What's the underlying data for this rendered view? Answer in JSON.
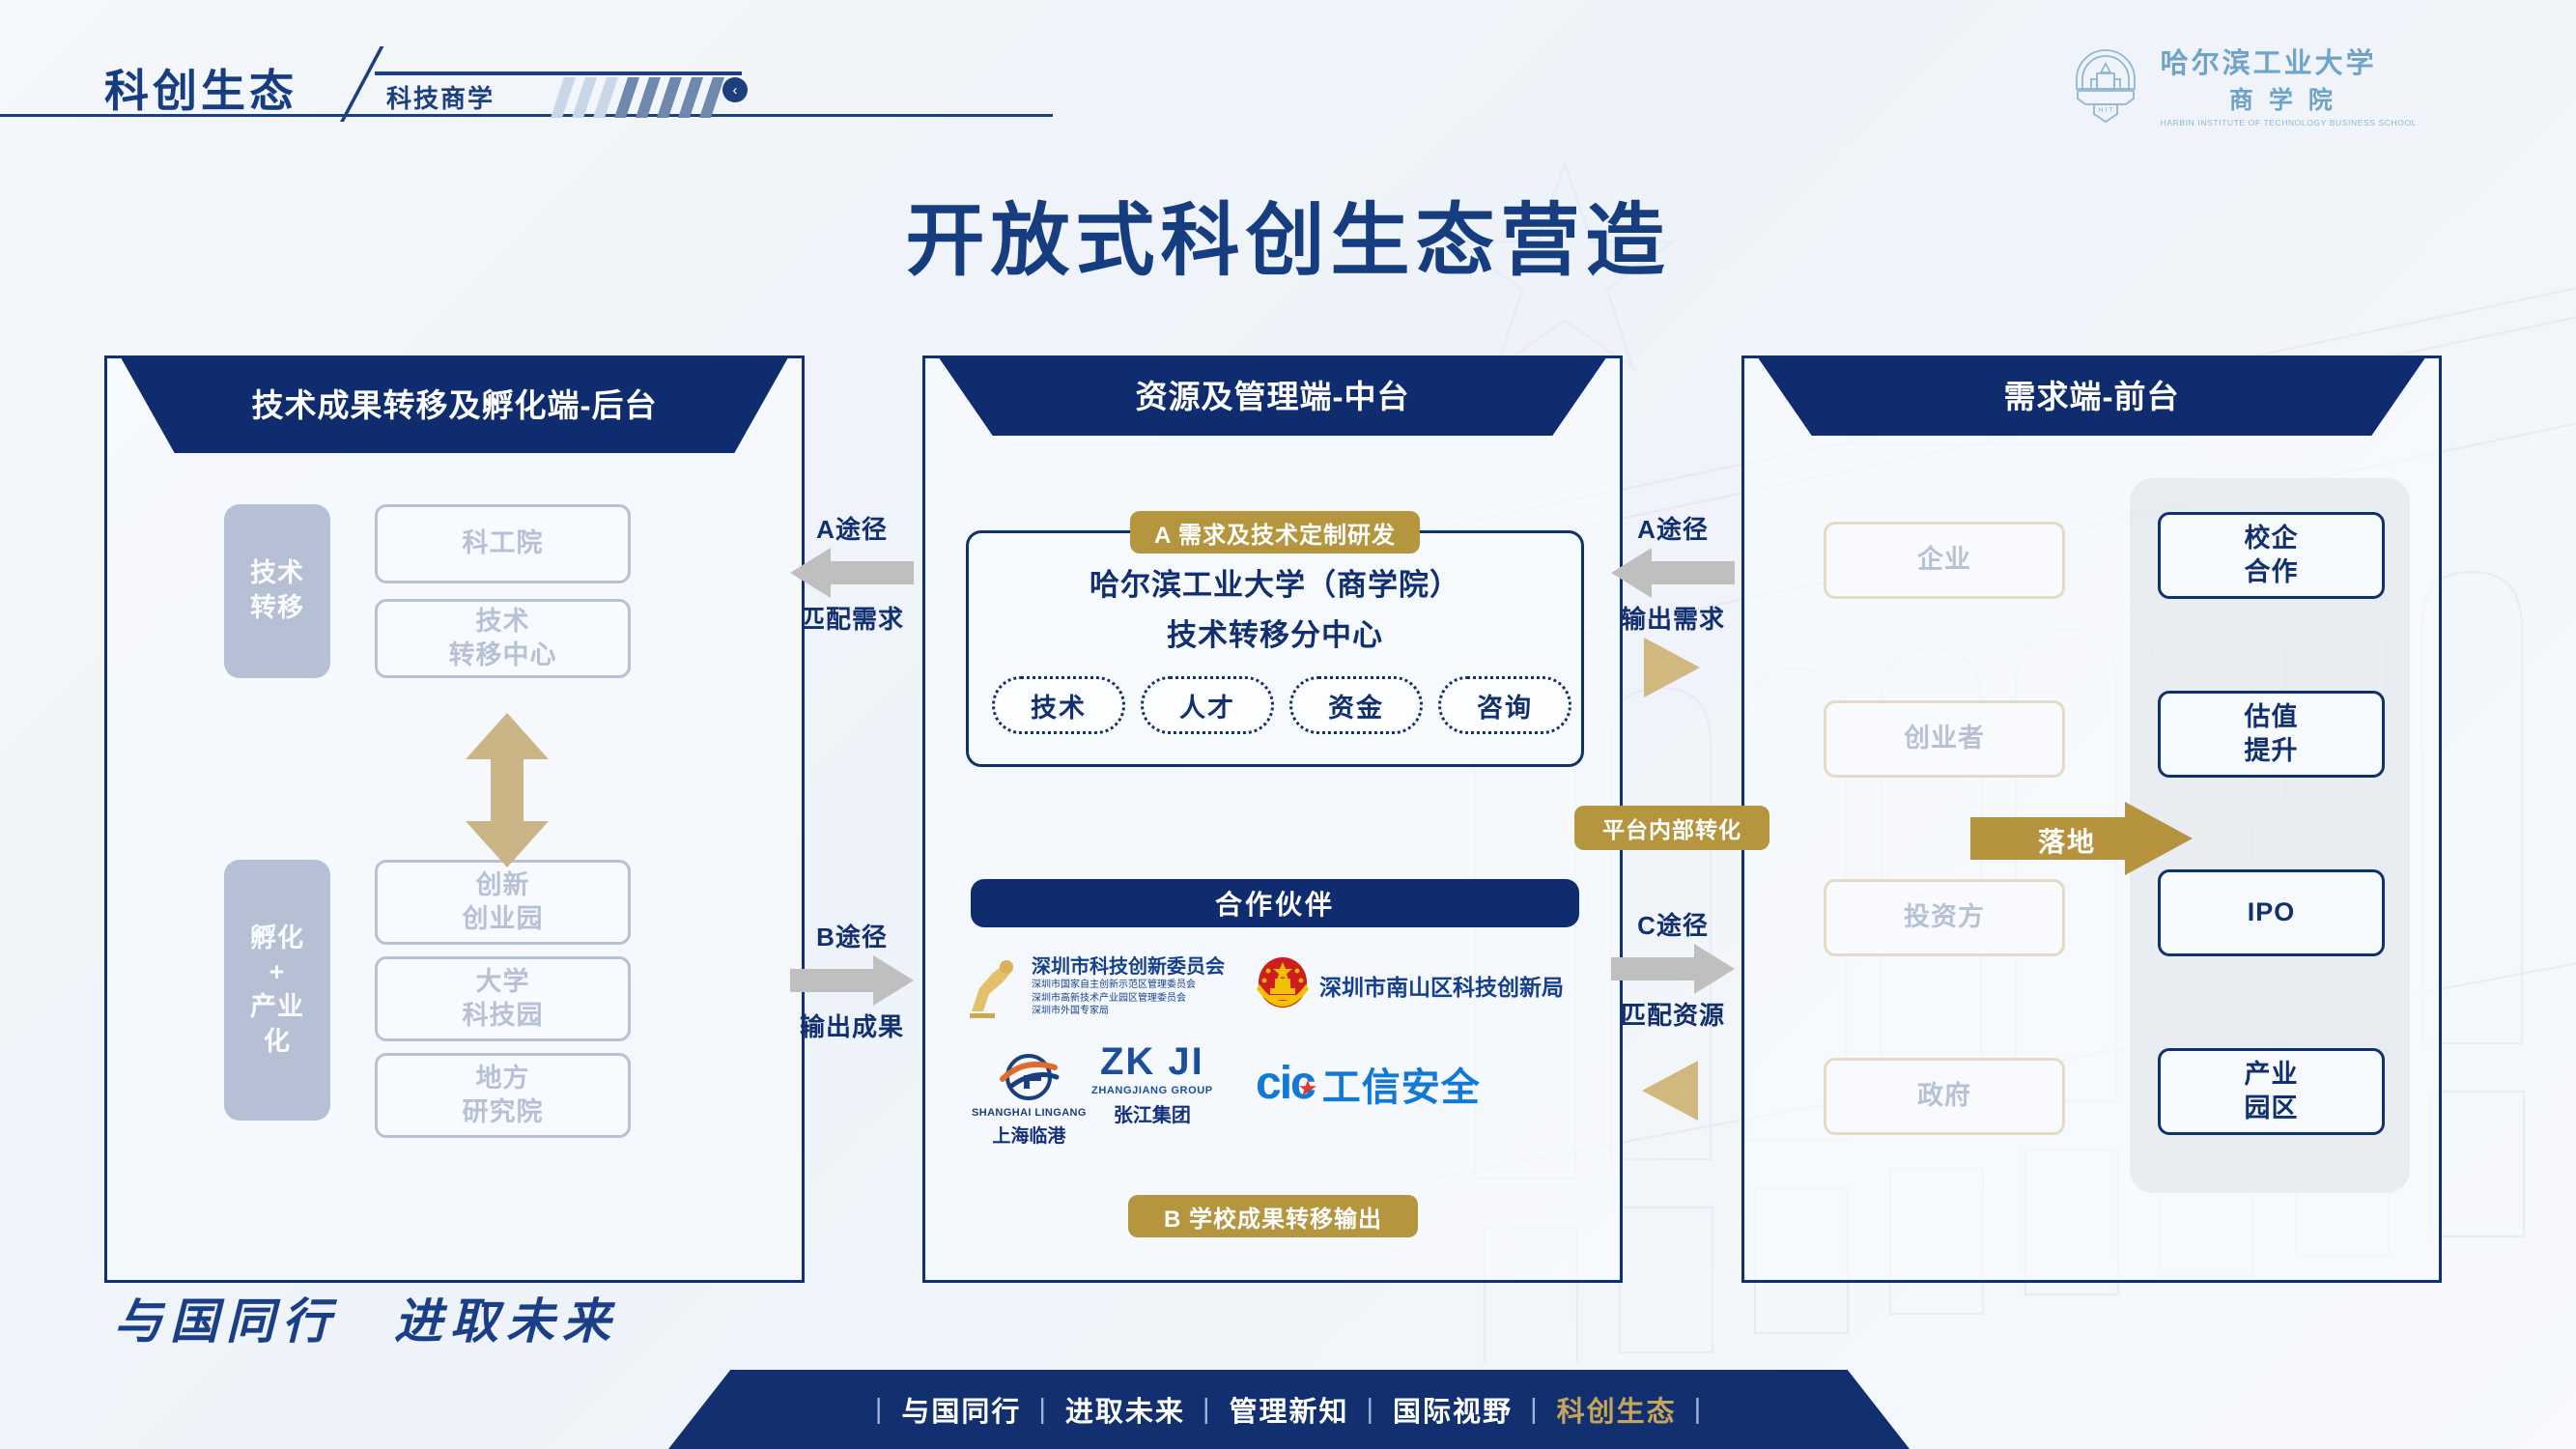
{
  "header": {
    "title": "科创生态",
    "subtitle": "科技商学",
    "chevron_icon": "chevron-left-icon"
  },
  "logo": {
    "mark_icon": "hit-gear-emblem-icon",
    "cn_line1": "哈尔滨工业大学",
    "cn_line2": "商学院",
    "en_line": "HARBIN INSTITUTE OF TECHNOLOGY BUSINESS SCHOOL"
  },
  "main_title": "开放式科创生态营造",
  "colors": {
    "navy": "#0e2c6e",
    "navy_border": "#12306f",
    "gold": "#b5963f",
    "gold_border": "#b08d2f",
    "gold_arrow": "#cbb485",
    "gray_arrow": "#bfbfbf",
    "page_bg": "#f4f7fb"
  },
  "panels": {
    "left": {
      "header": "技术成果转移及孵化端-后台",
      "groups": [
        {
          "tab": "技术\n转移",
          "items": [
            "科工院",
            "技术\n转移中心"
          ]
        },
        {
          "tab": "孵化\n+\n产业\n化",
          "items": [
            "创新\n创业园",
            "大学\n科技园",
            "地方\n研究院"
          ]
        }
      ],
      "vertical_arrow_icon": "double-arrow-vertical-icon"
    },
    "middle": {
      "header": "资源及管理端-中台",
      "badge_a": "A 需求及技术定制研发",
      "org_line1": "哈尔滨工业大学（商学院）",
      "org_line2": "技术转移分中心",
      "chips": [
        "技术",
        "人才",
        "资金",
        "咨询"
      ],
      "partners_header": "合作伙伴",
      "partners": [
        {
          "name": "深圳市科技创新委员会",
          "sub1": "深圳市国家自主创新示范区管理委员会",
          "sub2": "深圳市高新技术产业园区管理委员会",
          "sub3": "深圳市外国专家局",
          "icon": "shenzhen-bull-emblem-icon"
        },
        {
          "name": "深圳市南山区科技创新局",
          "icon": "china-national-emblem-icon"
        },
        {
          "name": "上海临港",
          "en": "SHANGHAI LINGANG",
          "icon": "lingang-swirl-icon"
        },
        {
          "name": "张江集团",
          "en": "ZHANGJIANG GROUP",
          "mark": "ZK JI",
          "icon": "zhangjiang-logo-icon"
        },
        {
          "name": "工信安全",
          "mark": "cic",
          "icon": "cic-logo-icon"
        }
      ],
      "badge_b": "B 学校成果转移输出"
    },
    "right": {
      "header": "需求端-前台",
      "actors": [
        "企业",
        "创业者",
        "投资方",
        "政府"
      ],
      "outcomes": [
        "校企\n合作",
        "估值\n提升",
        "IPO",
        "产业\n园区"
      ],
      "landing_label": "落地",
      "landing_arrow_icon": "arrow-right-icon"
    }
  },
  "connectors": {
    "left": [
      {
        "path": "A途径",
        "note": "匹配需求",
        "direction": "left",
        "icon": "arrow-left-icon"
      },
      {
        "path": "B途径",
        "note": "输出成果",
        "direction": "right",
        "icon": "arrow-right-icon"
      }
    ],
    "right": [
      {
        "path": "A途径",
        "note": "输出需求",
        "direction": "left",
        "icon": "arrow-left-icon"
      },
      {
        "path": "C途径",
        "note": "匹配资源",
        "direction": "right",
        "icon": "arrow-right-icon"
      }
    ],
    "platform_badge": "平台内部转化",
    "gold_triangle_right_icon": "triangle-right-icon",
    "gold_triangle_left_icon": "triangle-left-icon"
  },
  "footer": {
    "slogan": "与国同行　进取未来",
    "items": [
      "与国同行",
      "进取未来",
      "管理新知",
      "国际视野",
      "科创生态"
    ],
    "highlight_index": 4,
    "separator": "|"
  }
}
